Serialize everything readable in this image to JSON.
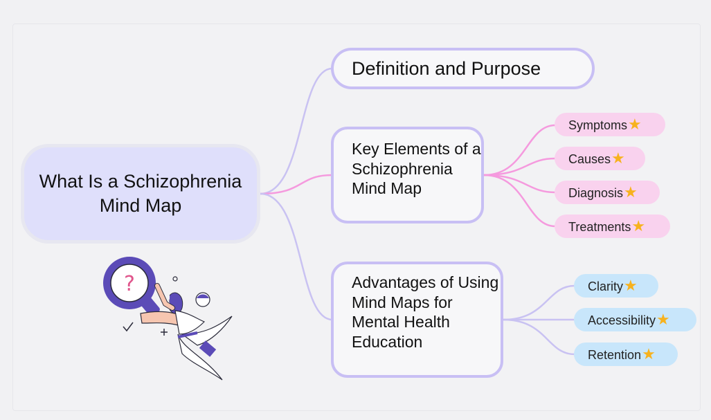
{
  "root": {
    "title": "What Is a Schizophrenia Mind Map"
  },
  "branches": [
    {
      "label": "Definition and Purpose",
      "children": []
    },
    {
      "label": "Key Elements of a Schizophrenia Mind Map",
      "children": [
        "Symptoms",
        "Causes",
        "Diagnosis",
        "Treatments"
      ]
    },
    {
      "label": "Advantages of Using Mind Maps for Mental Health Education",
      "children": [
        "Clarity",
        "Accessibility",
        "Retention"
      ]
    }
  ],
  "colors": {
    "root_fill": "#dfdffb",
    "branch_border": "#c8bff4",
    "link_purple": "#c9c2f2",
    "link_pink": "#f59ade",
    "leaf_pink": "#f9d2ee",
    "leaf_blue": "#c8e6fb",
    "star": "#f7b21e"
  },
  "icons": {
    "leaf_marker": "star-icon",
    "illustration": "magnifier-question-person"
  }
}
